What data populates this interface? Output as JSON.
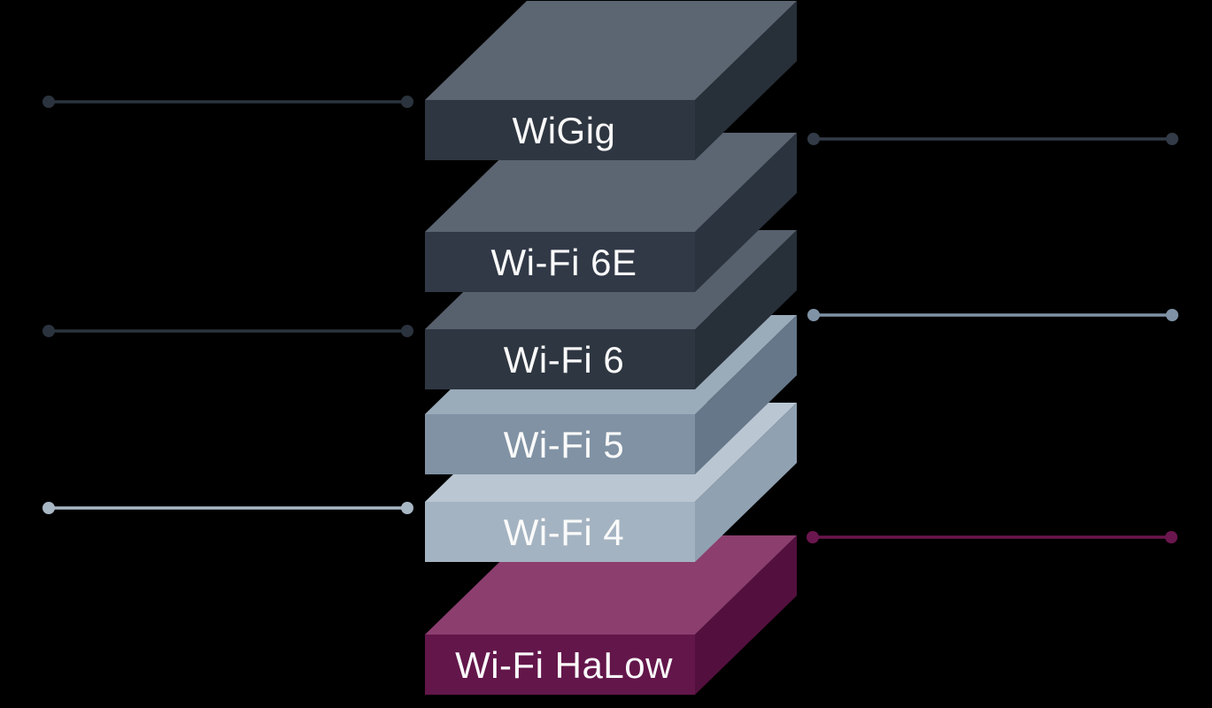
{
  "diagram": {
    "background": "#000000",
    "label_color": "#fafafa",
    "layers": [
      {
        "label": "WiGig",
        "colors": {
          "top": "#5c6572",
          "side": "#272f39",
          "front": "#2e3641"
        }
      },
      {
        "label": "Wi-Fi 6E",
        "colors": {
          "top": "#5c6572",
          "side": "#2b333e",
          "front": "#313947"
        }
      },
      {
        "label": "Wi-Fi 6",
        "colors": {
          "top": "#57606d",
          "side": "#272f39",
          "front": "#2e3641"
        }
      },
      {
        "label": "Wi-Fi 5",
        "colors": {
          "top": "#9aabba",
          "side": "#657789",
          "front": "#8092a4"
        }
      },
      {
        "label": "Wi-Fi 4",
        "colors": {
          "top": "#bac6d2",
          "side": "#90a1b1",
          "front": "#a4b3c1"
        }
      },
      {
        "label": "Wi-Fi HaLow",
        "colors": {
          "top": "#8c3e6f",
          "side": "#53103e",
          "front": "#63164a"
        }
      }
    ],
    "callouts": {
      "left": [
        {
          "target": "WiGig",
          "color": "#2b333e"
        },
        {
          "target": "Wi-Fi 6",
          "color": "#2b333e"
        },
        {
          "target": "Wi-Fi 4",
          "color": "#a9b8c5"
        }
      ],
      "right": [
        {
          "target": "Wi-Fi 6E",
          "color": "#323b47"
        },
        {
          "target": "Wi-Fi 5",
          "color": "#8093a6"
        },
        {
          "target": "Wi-Fi HaLow",
          "color": "#6b164e"
        }
      ]
    }
  }
}
